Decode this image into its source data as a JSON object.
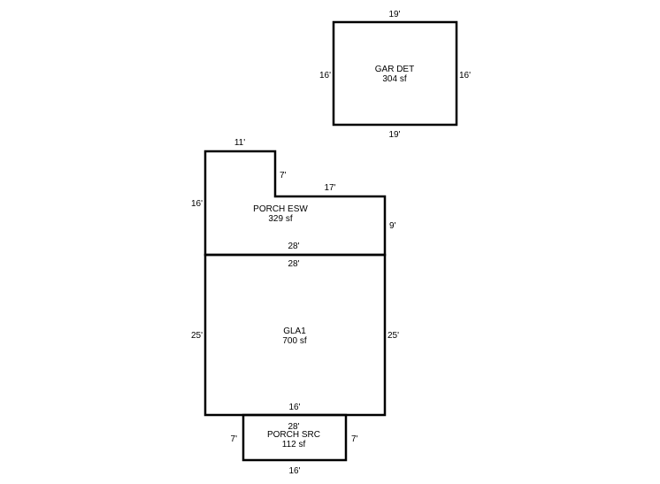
{
  "areas": {
    "garage": {
      "name": "GAR DET",
      "area": "304 sf"
    },
    "porch_esw": {
      "name": "PORCH ESW",
      "area": "329 sf"
    },
    "gla1": {
      "name": "GLA1",
      "area": "700 sf"
    },
    "porch_src": {
      "name": "PORCH SRC",
      "area": "112 sf"
    }
  },
  "dimensions": {
    "garage": {
      "top": "19'",
      "bottom": "19'",
      "left": "16'",
      "right": "16'"
    },
    "porch_esw": {
      "top_left": "11'",
      "notch": "7'",
      "top_right": "17'",
      "left": "16'",
      "right": "9'",
      "bottom": "28'"
    },
    "gla1": {
      "top": "28'",
      "bottom": "16'",
      "left": "25'",
      "right": "25'"
    },
    "porch_src": {
      "top": "28'",
      "bottom": "16'",
      "left": "7'",
      "right": "7'"
    }
  },
  "colors": {
    "line": "#000000",
    "background": "#ffffff"
  }
}
